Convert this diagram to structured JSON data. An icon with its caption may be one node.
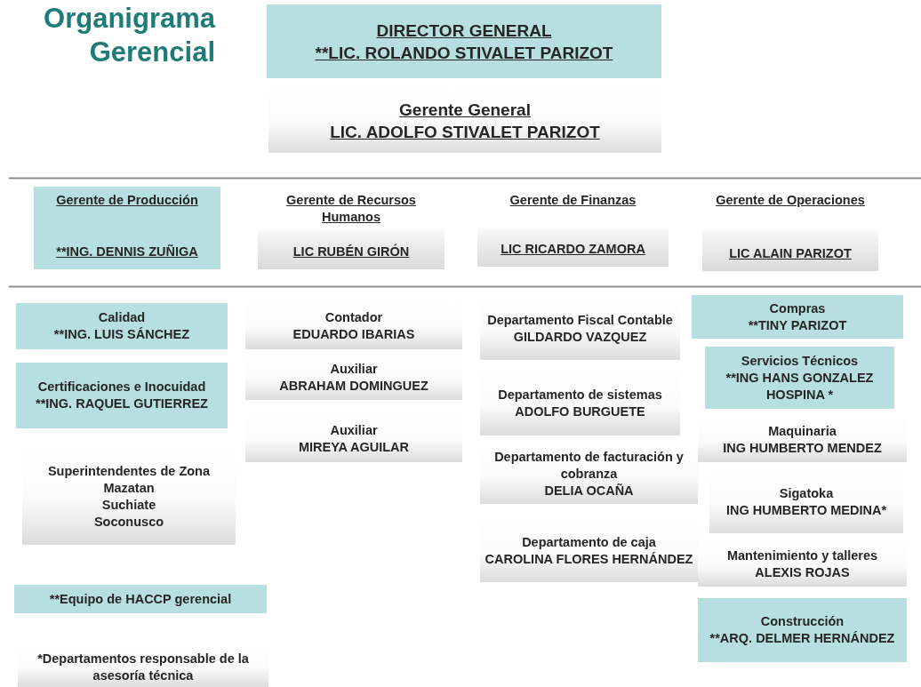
{
  "diagram": {
    "title": "Organigrama Gerencial",
    "nodes": [
      {
        "text": [
          "DIRECTOR GENERAL",
          "**LIC. ROLANDO STIVALET PARIZOT"
        ]
      },
      {
        "text": [
          "Gerente General",
          "LIC. ADOLFO STIVALET PARIZOT"
        ]
      },
      {
        "text": [
          "Gerente de Producción",
          "**ING. DENNIS ZUÑIGA"
        ]
      },
      {
        "text": [
          "Gerente de Recursos Humanos",
          "LIC RUBÉN GIRÓN"
        ]
      },
      {
        "text": [
          "Gerente de Finanzas",
          "LIC RICARDO ZAMORA"
        ]
      },
      {
        "text": [
          "Gerente de Operaciones",
          "LIC ALAIN PARIZOT"
        ]
      },
      {
        "text": [
          "Calidad",
          "**ING. LUIS SÁNCHEZ"
        ]
      },
      {
        "text": [
          "Certificaciones e Inocuidad",
          "**ING. RAQUEL GUTIERREZ"
        ]
      },
      {
        "text": [
          "Superintendentes de Zona",
          "Mazatan",
          "Suchiate",
          "Soconusco"
        ]
      },
      {
        "text": [
          "**Equipo de HACCP gerencial"
        ]
      },
      {
        "text": [
          "*Departamentos responsable de la asesoría técnica"
        ]
      },
      {
        "text": [
          "Contador",
          "EDUARDO IBARIAS"
        ]
      },
      {
        "text": [
          "Auxiliar",
          "ABRAHAM DOMINGUEZ"
        ]
      },
      {
        "text": [
          "Auxiliar",
          "MIREYA AGUILAR"
        ]
      },
      {
        "text": [
          "Departamento Fiscal Contable",
          "GILDARDO VAZQUEZ"
        ]
      },
      {
        "text": [
          "Departamento de sistemas",
          "ADOLFO BURGUETE"
        ]
      },
      {
        "text": [
          "Departamento de facturación y cobranza",
          "DELIA OCAÑA"
        ]
      },
      {
        "text": [
          "Departamento de caja",
          "CAROLINA FLORES HERNÁNDEZ"
        ]
      },
      {
        "text": [
          "Compras",
          "**TINY PARIZOT"
        ]
      },
      {
        "text": [
          "Servicios Técnicos",
          "**ING HANS GONZALEZ HOSPINA *"
        ]
      },
      {
        "text": [
          "Maquinaria",
          "ING HUMBERTO MENDEZ"
        ]
      },
      {
        "text": [
          "Sigatoka",
          "ING HUMBERTO MEDINA*"
        ]
      },
      {
        "text": [
          "Mantenimiento y talleres",
          "ALEXIS ROJAS"
        ]
      },
      {
        "text": [
          "Construcción",
          "**ARQ. DELMER HERNÁNDEZ"
        ]
      }
    ]
  }
}
